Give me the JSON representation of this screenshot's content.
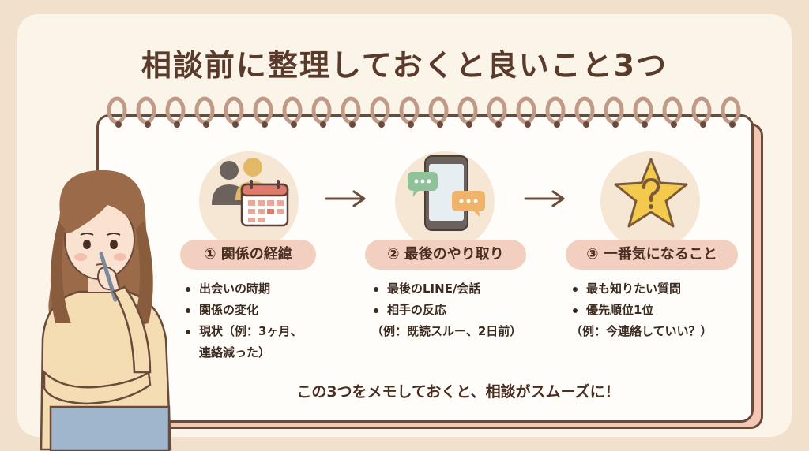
{
  "title": "相談前に整理しておくと良いこと3つ",
  "steps": [
    {
      "label": "① 関係の経緯",
      "icon": "people-calendar-icon",
      "bullets": [
        "出会いの時期",
        "関係の変化",
        "現状（例：3ヶ月、",
        "連絡減った）"
      ]
    },
    {
      "label": "② 最後のやり取り",
      "icon": "smartphone-chat-icon",
      "bullets": [
        "最後のLINE/会話",
        "相手の反応",
        "（例：既読スルー、2日前）"
      ]
    },
    {
      "label": "③ 一番気になること",
      "icon": "star-question-icon",
      "bullets": [
        "最も知りたい質問",
        "優先順位1位",
        "（例：今連絡していい？）"
      ]
    }
  ],
  "footer": "この3つをメモしておくと、相談がスムーズに！",
  "colors": {
    "background": "#f1e0cc",
    "panel": "#fbf4e8",
    "note": "#fffdf9",
    "accent_pink": "#f3cfbf",
    "title_brown": "#5a3a2a",
    "ring": "#c09a86"
  }
}
